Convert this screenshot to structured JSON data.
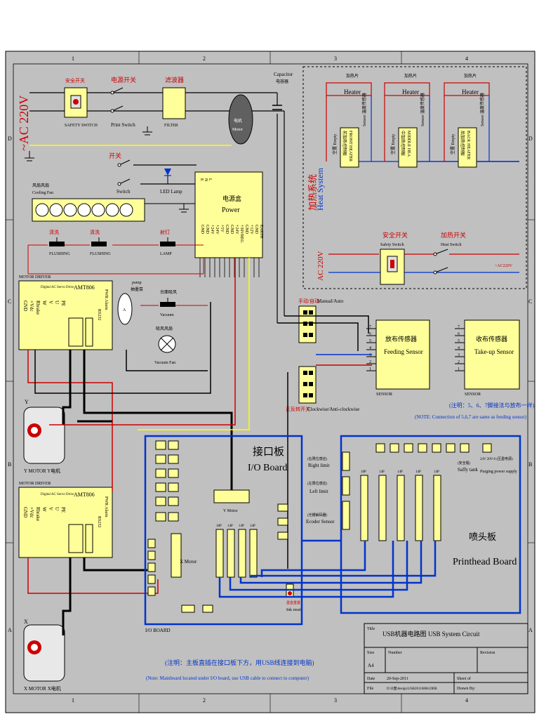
{
  "grid": {
    "cols": [
      "1",
      "2",
      "3",
      "4"
    ],
    "rows": [
      "D",
      "C",
      "B",
      "A"
    ]
  },
  "supply": {
    "ac_label": "~AC 220V",
    "ac_label2": "AC 220V",
    "ac_small": "~AC220V"
  },
  "components": {
    "safety_switch": {
      "cn": "安全开关",
      "en": "SAFETY SWITCH"
    },
    "print_switch": {
      "cn": "电源开关",
      "en": "Print Switch"
    },
    "filter": {
      "cn": "滤波器",
      "en": "FILTER"
    },
    "capacitor": {
      "en": "Capacitor",
      "cn": "电容器"
    },
    "motor": {
      "cn": "电机",
      "en": "Motor"
    },
    "switch": {
      "cn": "开关",
      "en": "Switch"
    },
    "led_lamp": {
      "en": "LED Lamp"
    },
    "cooling_fan": {
      "cn": "风扇风扇",
      "en": "Cooling Fan"
    },
    "power": {
      "cn": "电源盒",
      "en": "Power",
      "pins_top": [
        "E",
        "N",
        "L"
      ],
      "pins_bottom": [
        "GND",
        "GND",
        "+24V",
        "+24V",
        "+5V",
        "GND",
        "GND",
        "+24V",
        "+30VREG",
        "GND",
        "+12V",
        "GND",
        "EARTH"
      ]
    },
    "flushing1": {
      "cn": "清洗",
      "en": "FLUSHING"
    },
    "flushing2": {
      "cn": "清洗",
      "en": "FLUSHING"
    },
    "lamp": {
      "cn": "射灯",
      "en": "LAMP"
    },
    "pump": {
      "en": "pump",
      "cn": "抽墨泵"
    },
    "vacuum": {
      "cn": "台面吸风",
      "en": "Vacuum"
    },
    "vacuum_fan": {
      "cn": "吸风风扇",
      "en": "Vacuum Fan"
    },
    "manual_auto": {
      "cn": "手动/自动",
      "en": "Manual/Auto"
    },
    "clockwise": {
      "cn": "正反转开关",
      "en": "Clockwise/Anti-clockwise"
    }
  },
  "heat_system": {
    "title_cn": "加热系统",
    "title_en": "Heat System",
    "heaters": [
      {
        "cn": "加热片",
        "en": "Heater",
        "board": "FRONT HEATER",
        "board_cn": "前加热控制板"
      },
      {
        "cn": "加热片",
        "en": "Heater",
        "board": "MIDDLE HEA",
        "board_cn": "中加热控制板"
      },
      {
        "cn": "加热片",
        "en": "Heater",
        "board": "BACK HEATER",
        "board_cn": "后加热控制板"
      }
    ],
    "empty_label": "空置 Empty",
    "sensor_label": "Sensor 温度传感器",
    "safety": {
      "cn": "安全开关",
      "en": "Safety Switch"
    },
    "heat_switch": {
      "cn": "加热开关",
      "en": "Heat Switch"
    }
  },
  "motor_driver": {
    "title": "MOTOR DRIVER",
    "subtitle": "Digital AC Servo Drive",
    "model": "AMT806",
    "pins": [
      "GND",
      "+Vdc",
      "Rbrake",
      "W",
      "V",
      "U",
      "PE"
    ],
    "rs232": "RS232",
    "pwr": "PWR Alarm",
    "y_motor": "Y MOTOR  Y电机",
    "x_motor": "X MOTOR  X电机",
    "y_label": "Y",
    "x_label": "X"
  },
  "sensors": {
    "feeding": {
      "cn": "放布传感器",
      "en": "Feeding Sensor",
      "tag": "SENSOR"
    },
    "takeup": {
      "cn": "收布传感器",
      "en": "Take-up Sensor",
      "tag": "SENSOR"
    },
    "pins": [
      "7",
      "6",
      "5",
      "4",
      "3",
      "2",
      "1"
    ],
    "note_cn": "(注明：5、6、7脚接法与放布一样)",
    "note_en": "(NOTE: Connection of 5,6,7 are same as feeding sensor)"
  },
  "io_board": {
    "cn": "接口板",
    "en": "I/O Board",
    "tag": "I/O BOARD",
    "y_motor": "Y Motor",
    "x_motor": "X Motor",
    "ink_reset": "Ink reset",
    "ink_reset_cn": "墨盒重置",
    "right_limit": {
      "cn": "(右限位感应)",
      "en": "Right limit"
    },
    "left_limit": {
      "cn": "(左限位感应)",
      "en": "Left limit"
    },
    "encoder": {
      "cn": "(光栅解码器)",
      "en": "Ecoder Sensor"
    },
    "connectors": [
      "18P",
      "14P",
      "14P",
      "14P"
    ]
  },
  "printhead": {
    "cn": "喷头板",
    "en": "Printhead Board",
    "safety_tank": {
      "cn": "(安全瓶)",
      "en": "Saffy tank"
    },
    "purge": {
      "cn": "24V 20V-0 (压墨电源)",
      "en": "Purging power supply"
    },
    "connectors": [
      "18P",
      "14P",
      "14P",
      "14P",
      "14P"
    ]
  },
  "main_note": {
    "cn": "(注明：主板直插在接口板下方，用USB线连接到电脑)",
    "en": "(Note: Mainboard located under I/O board, use USB cable to connect to computer)"
  },
  "title_block": {
    "title_label": "Title",
    "title_cn": "USB机器电路图",
    "title_en": "USB System Circuit",
    "size_label": "Size",
    "size": "A4",
    "number_label": "Number",
    "revision_label": "Revision",
    "date_label": "Date",
    "date": "20-Sep-2011",
    "sheet_label": "Sheet  of",
    "file_label": "File",
    "file": "D:\\E盘\\design\\USB20110806.DDB",
    "drawn_label": "Drawn By:"
  },
  "colors": {
    "sheet": "#c0c0c0",
    "border": "#000000",
    "yellow": "#ffff99",
    "red_wire": "#cc0000",
    "blue_wire": "#0033cc",
    "label_red": "#cc0000",
    "dark_blue": "#000080"
  }
}
